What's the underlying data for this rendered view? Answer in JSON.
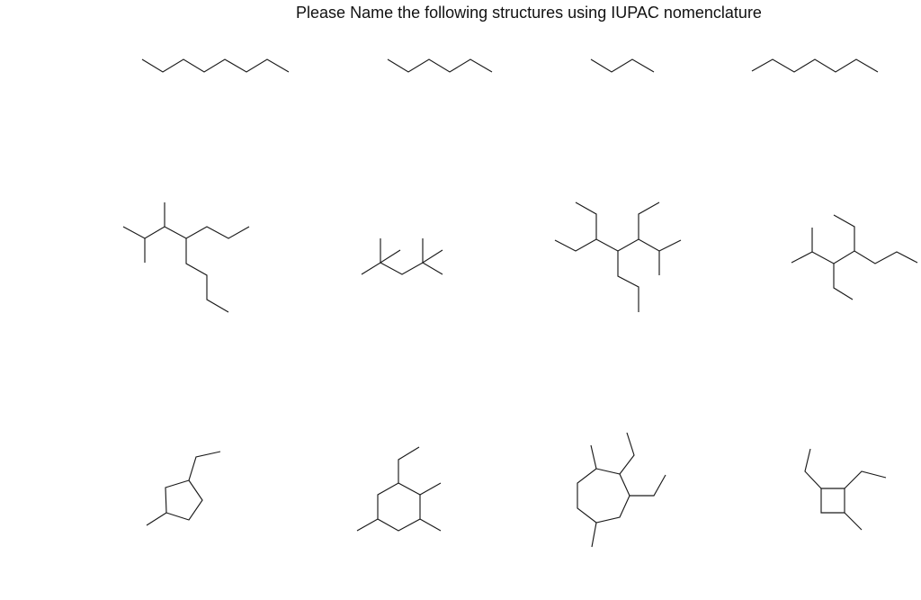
{
  "header": {
    "title": "Please Name the following structures using IUPAC nomenclature"
  },
  "colors": {
    "background": "#ffffff",
    "bond": "#1a1a1a",
    "text": "#111111"
  },
  "structures": [
    {
      "id": 1,
      "row": 1,
      "col": 1,
      "type": "skeletal-formula",
      "description": "straight chain, 8 carbons (octane)"
    },
    {
      "id": 2,
      "row": 1,
      "col": 2,
      "type": "skeletal-formula",
      "description": "straight chain, 6 carbons (hexane)"
    },
    {
      "id": 3,
      "row": 1,
      "col": 3,
      "type": "skeletal-formula",
      "description": "straight chain, 4 carbons (butane)"
    },
    {
      "id": 4,
      "row": 1,
      "col": 4,
      "type": "skeletal-formula",
      "description": "straight chain, 7 carbons (heptane)"
    },
    {
      "id": 5,
      "row": 2,
      "col": 1,
      "type": "skeletal-formula",
      "description": "branched alkane with isopropyl, methyl, propyl and butyl branches"
    },
    {
      "id": 6,
      "row": 2,
      "col": 2,
      "type": "skeletal-formula",
      "description": "two tert-butyl-like quaternary centres joined by CH2 (2,2,4,4-tetramethylpentane)"
    },
    {
      "id": 7,
      "row": 2,
      "col": 3,
      "type": "skeletal-formula",
      "description": "branched alkane with ethyl groups, propyl and isopropyl branches"
    },
    {
      "id": 8,
      "row": 2,
      "col": 4,
      "type": "skeletal-formula",
      "description": "branched alkane with two ethyl groups and isopropyl"
    },
    {
      "id": 9,
      "row": 3,
      "col": 1,
      "type": "skeletal-formula",
      "description": "cyclopentane with ethyl and methyl substituents"
    },
    {
      "id": 10,
      "row": 3,
      "col": 2,
      "type": "skeletal-formula",
      "description": "cyclohexane with ethyl and three methyl substituents"
    },
    {
      "id": 11,
      "row": 3,
      "col": 3,
      "type": "skeletal-formula",
      "description": "cycloheptane with two ethyl and two methyl substituents"
    },
    {
      "id": 12,
      "row": 3,
      "col": 4,
      "type": "skeletal-formula",
      "description": "cyclobutane with two ethyl and one methyl substituent"
    }
  ]
}
